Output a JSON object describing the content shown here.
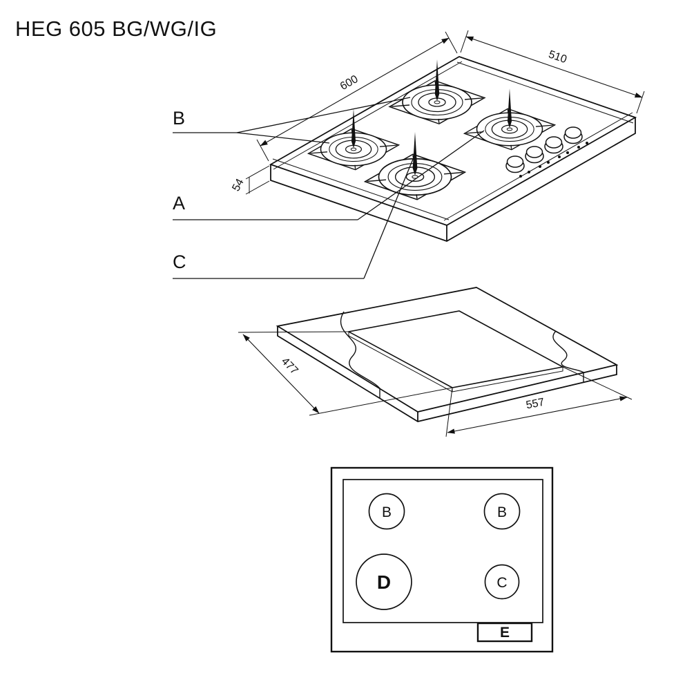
{
  "title": "HEG 605 BG/WG/IG",
  "iso_view": {
    "dims": {
      "width": "600",
      "depth": "510",
      "height": "54"
    },
    "callouts": {
      "b": "B",
      "a": "A",
      "c": "C"
    }
  },
  "cutout_view": {
    "dims": {
      "depth": "477",
      "width": "557"
    }
  },
  "plan_view": {
    "burners": [
      {
        "position": "top-left",
        "label": "B"
      },
      {
        "position": "top-right",
        "label": "B"
      },
      {
        "position": "bottom-left",
        "label": "D"
      },
      {
        "position": "bottom-right",
        "label": "C"
      }
    ],
    "controls_label": "E"
  },
  "colors": {
    "line": "#111111",
    "background": "#ffffff"
  }
}
